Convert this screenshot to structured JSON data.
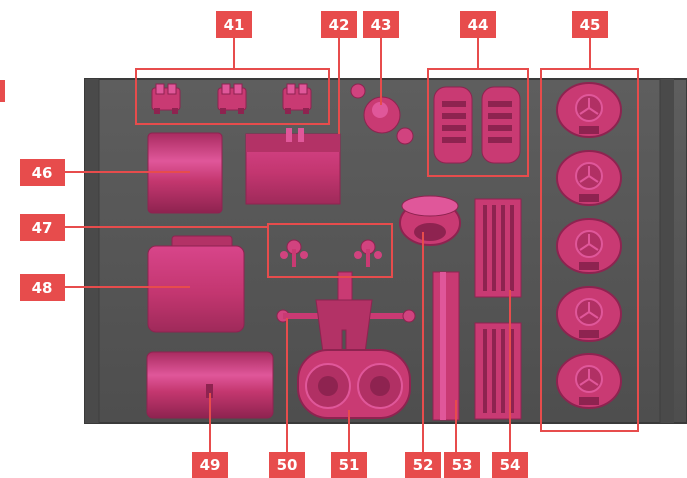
{
  "colors": {
    "background": "#ffffff",
    "tray": "#585858",
    "tray_edge": "#3a3a3a",
    "part": "#c93a73",
    "part_light": "#e0579a",
    "part_dark": "#8e2350",
    "callout": "#e74c4c",
    "label_text": "#ffffff"
  },
  "callouts": {
    "c41": "41",
    "c42": "42",
    "c43": "43",
    "c44": "44",
    "c45": "45",
    "c46": "46",
    "c47": "47",
    "c48": "48",
    "c49": "49",
    "c50": "50",
    "c51": "51",
    "c52": "52",
    "c53": "53",
    "c54": "54"
  }
}
